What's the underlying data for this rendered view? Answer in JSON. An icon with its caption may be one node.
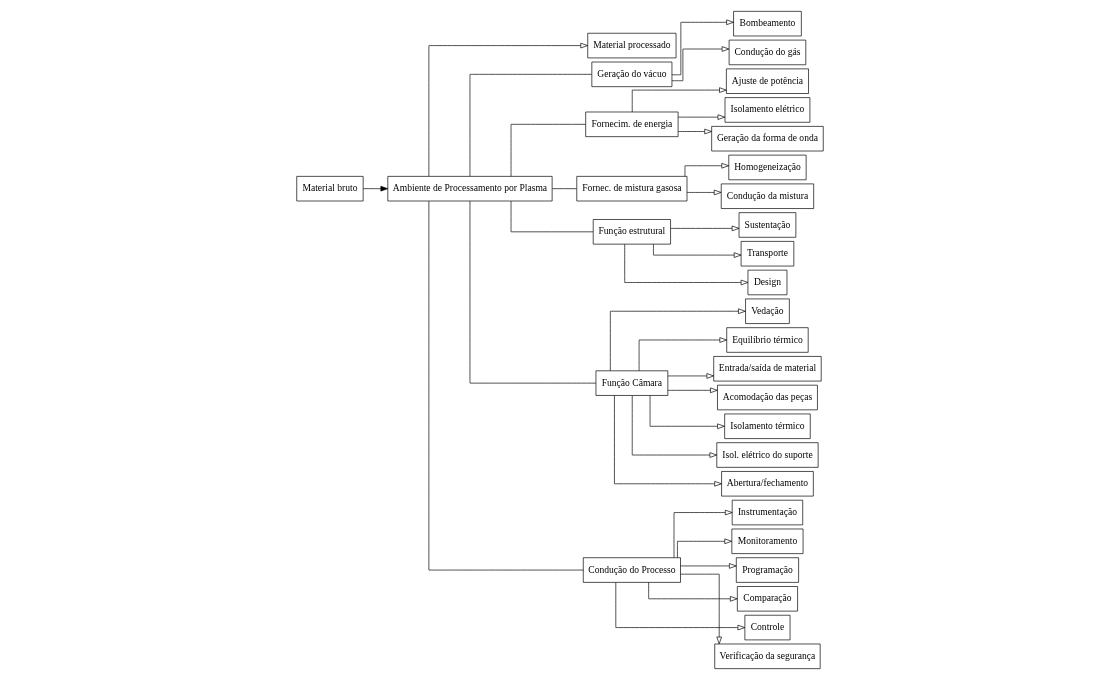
{
  "diagram": {
    "nodes": [
      {
        "text": [
          "Material bruto"
        ]
      },
      {
        "text": [
          "Ambiente de Processamento por Plasma"
        ]
      },
      {
        "text": [
          "Material processado"
        ]
      },
      {
        "text": [
          "Geração do vácuo"
        ]
      },
      {
        "text": [
          "Fornecim. de energia"
        ]
      },
      {
        "text": [
          "Fornec. de mistura gasosa"
        ]
      },
      {
        "text": [
          "Função estrutural"
        ]
      },
      {
        "text": [
          "Função Câmara"
        ]
      },
      {
        "text": [
          "Condução do Processo"
        ]
      },
      {
        "text": [
          "Bombeamento"
        ]
      },
      {
        "text": [
          "Condução do gás"
        ]
      },
      {
        "text": [
          "Ajuste de potência"
        ]
      },
      {
        "text": [
          "Isolamento elétrico"
        ]
      },
      {
        "text": [
          "Geração da forma de onda"
        ]
      },
      {
        "text": [
          "Homogeneização"
        ]
      },
      {
        "text": [
          "Condução da mistura"
        ]
      },
      {
        "text": [
          "Sustentação"
        ]
      },
      {
        "text": [
          "Transporte"
        ]
      },
      {
        "text": [
          "Design"
        ]
      },
      {
        "text": [
          "Vedação"
        ]
      },
      {
        "text": [
          "Equilíbrio térmico"
        ]
      },
      {
        "text": [
          "Entrada/saída de material"
        ]
      },
      {
        "text": [
          "Acomodação das peças"
        ]
      },
      {
        "text": [
          "Isolamento térmico"
        ]
      },
      {
        "text": [
          "Isol. elétrico do suporte"
        ]
      },
      {
        "text": [
          "Abertura/fechamento"
        ]
      },
      {
        "text": [
          "Instrumentação"
        ]
      },
      {
        "text": [
          "Monitoramento"
        ]
      },
      {
        "text": [
          "Programação"
        ]
      },
      {
        "text": [
          "Comparação"
        ]
      },
      {
        "text": [
          "Controle"
        ]
      },
      {
        "text": [
          "Verificação da segurança"
        ]
      }
    ],
    "edges": [
      {
        "from": 0,
        "to": 1,
        "arrow": "to"
      },
      {
        "from": 1,
        "to": 2,
        "arrow": "to"
      },
      {
        "from": 1,
        "to": 3,
        "arrow": "none"
      },
      {
        "from": 1,
        "to": 4,
        "arrow": "none"
      },
      {
        "from": 1,
        "to": 5,
        "arrow": "none"
      },
      {
        "from": 1,
        "to": 6,
        "arrow": "none"
      },
      {
        "from": 1,
        "to": 7,
        "arrow": "none"
      },
      {
        "from": 1,
        "to": 8,
        "arrow": "none"
      },
      {
        "from": 3,
        "to": 9,
        "arrow": "to"
      },
      {
        "from": 3,
        "to": 10,
        "arrow": "to"
      },
      {
        "from": 4,
        "to": 11,
        "arrow": "to"
      },
      {
        "from": 4,
        "to": 12,
        "arrow": "to"
      },
      {
        "from": 4,
        "to": 13,
        "arrow": "to"
      },
      {
        "from": 5,
        "to": 14,
        "arrow": "to"
      },
      {
        "from": 5,
        "to": 15,
        "arrow": "to"
      },
      {
        "from": 6,
        "to": 16,
        "arrow": "to"
      },
      {
        "from": 6,
        "to": 17,
        "arrow": "to"
      },
      {
        "from": 6,
        "to": 18,
        "arrow": "to"
      },
      {
        "from": 7,
        "to": 19,
        "arrow": "to"
      },
      {
        "from": 7,
        "to": 20,
        "arrow": "to"
      },
      {
        "from": 7,
        "to": 21,
        "arrow": "to"
      },
      {
        "from": 7,
        "to": 22,
        "arrow": "to"
      },
      {
        "from": 7,
        "to": 23,
        "arrow": "to"
      },
      {
        "from": 7,
        "to": 24,
        "arrow": "to"
      },
      {
        "from": 7,
        "to": 25,
        "arrow": "to"
      },
      {
        "from": 8,
        "to": 26,
        "arrow": "to"
      },
      {
        "from": 8,
        "to": 27,
        "arrow": "to"
      },
      {
        "from": 8,
        "to": 28,
        "arrow": "to"
      },
      {
        "from": 8,
        "to": 29,
        "arrow": "to"
      },
      {
        "from": 8,
        "to": 30,
        "arrow": "to"
      },
      {
        "from": 8,
        "to": 31,
        "arrow": "to"
      }
    ]
  }
}
